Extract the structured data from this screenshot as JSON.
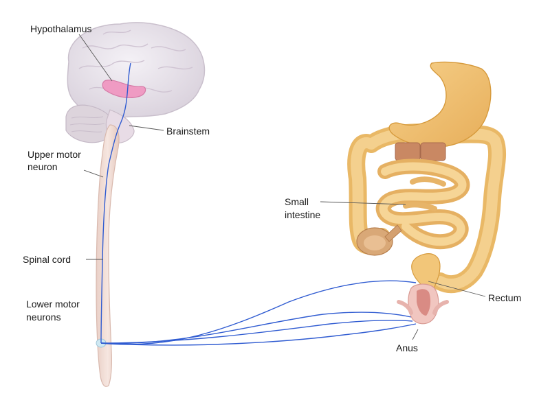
{
  "labels": {
    "hypothalamus": "Hypothalamus",
    "brainstem": "Brainstem",
    "upper_motor_line1": "Upper motor",
    "upper_motor_line2": "neuron",
    "spinal_cord": "Spinal cord",
    "lower_motor_line1": "Lower motor",
    "lower_motor_line2": "neurons",
    "small_intestine_line1": "Small",
    "small_intestine_line2": "intestine",
    "rectum": "Rectum",
    "anus": "Anus"
  },
  "colors": {
    "nerve": "#2f5bd1",
    "brain": "#e6e1e8",
    "hypothalamus": "#ef9bc3",
    "spinal_cord": "#f1ddd6",
    "intestine": "#f2c679",
    "intestine_outline": "#d69a3c",
    "stomach": "#efbd6a",
    "anus_tissue": "#f1c6c0"
  }
}
